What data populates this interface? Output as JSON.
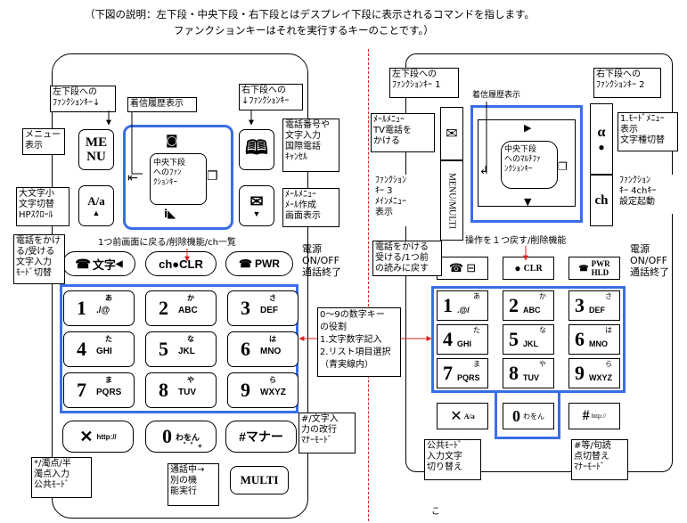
{
  "header": {
    "line1": "（下図の説明：左下段・中央下段・右下段とはデスプレイ下段に表示されるコマンドを指します。",
    "line2": "ファンクションキーはそれを実行するキーのことです。）"
  },
  "left": {
    "labels": {
      "left_func": "左下段への\nﾌｧﾝｸｼｮﾝｷｰ↓",
      "history": "着信履歴表示",
      "right_func": "右下段への\n↓ﾌｧﾝｸｼｮﾝｷｰ",
      "menu": "メニュー\n表示",
      "phonebook": "電話番号や\n文字入力\n国際電話\nｷｬﾝｾﾙ",
      "case": "大文字小\n文字切替\nHPｽｸﾛｰﾙ",
      "mail": "ﾒｰﾙﾒﾆｭｰ\nﾒｰﾙ作成\n画面表示",
      "back": "1つ前画面に戻る/削除機能/ch一覧",
      "call": "電話をかけ\nる/受ける\n文字入力\nﾓｰﾄﾞ切替",
      "power": "電源\nON/OFF\n通話終了",
      "hash": "#/文字入\n力の改行\nﾏﾅｰﾓｰﾄﾞ",
      "star": "*/濁点/半\n濁点入力\n公共ﾓｰﾄﾞ",
      "multi": "通話中→\n別の機\n能実行"
    },
    "center_text": "中央下段\nへのﾌｧﾝ\nｸｼｮﾝｷｰ",
    "keys": {
      "menu": "ME\nNU",
      "case": "A/a",
      "case_arrow": "▲",
      "mail_arrow": "▼",
      "call": "文字",
      "clr": "ch●CLR",
      "pwr": "PWR",
      "multi": "MULTI",
      "star": "✕",
      "star_sub": "http://",
      "hash": "#マナー",
      "zero_kana": "わをん",
      "zero_sub": "゛゜+"
    },
    "numpad": [
      {
        "num": "1",
        "sub": "./@",
        "kana": "あ"
      },
      {
        "num": "2",
        "sub": "ABC",
        "kana": "か"
      },
      {
        "num": "3",
        "sub": "DEF",
        "kana": "さ"
      },
      {
        "num": "4",
        "sub": "GHI",
        "kana": "た"
      },
      {
        "num": "5",
        "sub": "JKL",
        "kana": "な"
      },
      {
        "num": "6",
        "sub": "MNO",
        "kana": "は"
      },
      {
        "num": "7",
        "sub": "PQRS",
        "kana": "ま"
      },
      {
        "num": "8",
        "sub": "TUV",
        "kana": "や"
      },
      {
        "num": "9",
        "sub": "WXYZ",
        "kana": "ら"
      }
    ]
  },
  "middle": {
    "role": "0～9の数字キー\nの役割\n1.文字数字記入\n2.リスト項目選択\n（青実線内）"
  },
  "right": {
    "labels": {
      "left_func": "左下段への\nﾌｧﾝｸｼｮﾝｷｰ 1",
      "history": "着信履歴表示",
      "right_func": "右下段への\nﾌｧﾝｸｼｮﾝｷｰ 2",
      "mail": "ﾒｰﾙﾒﾆｭｰ\nTV電話を\nかける",
      "mode": "1.ﾓｰﾄﾞﾒﾆｭｰ\n表示\n文字種切替",
      "func3": "ﾌｧﾝｸｼｮﾝ\nｷｰ 3\nﾒｲﾝﾒﾆｭｰ\n表示",
      "func4": "ﾌｧﾝｸｼｮﾝ\nｷｰ 4chｷｰ\n設定起動",
      "back": "操作を１つ戻す/削除機能",
      "call": "電話をかける\n受ける/1つ前\nの読みに戻す",
      "power": "電源\nON/OFF\n通話終了",
      "star": "公共ﾓｰﾄﾞ\n入力文字\n切り替え",
      "hash": "#等/句読\n点切替え\nﾏﾅｰﾓｰﾄﾞ"
    },
    "center_text": "中央下段\nへのﾏﾙﾁﾌｧ\nﾝｸｼｮﾝｷｰ",
    "keys": {
      "menu_multi": "MENU/MULTI",
      "alpha": "α",
      "ch": "ch",
      "clr": "CLR",
      "pwr": "PWR\nHLD",
      "star": "✕",
      "star_sub": "A/a",
      "zero_kana": "わをん",
      "hash_sub": "http://"
    },
    "numpad": [
      {
        "num": "1",
        "sub": ".@/",
        "kana": "あ"
      },
      {
        "num": "2",
        "sub": "ABC",
        "kana": "か"
      },
      {
        "num": "3",
        "sub": "DEF",
        "kana": "さ"
      },
      {
        "num": "4",
        "sub": "GHI",
        "kana": "た"
      },
      {
        "num": "5",
        "sub": "JKL",
        "kana": "な"
      },
      {
        "num": "6",
        "sub": "MNO",
        "kana": "は"
      },
      {
        "num": "7",
        "sub": "PQRS",
        "kana": "ま"
      },
      {
        "num": "8",
        "sub": "TUV",
        "kana": "や"
      },
      {
        "num": "9",
        "sub": "WXYZ",
        "kana": "ら"
      }
    ],
    "footnote": "こ"
  },
  "colors": {
    "blue": "#3a6ee8",
    "red": "#e02020"
  }
}
